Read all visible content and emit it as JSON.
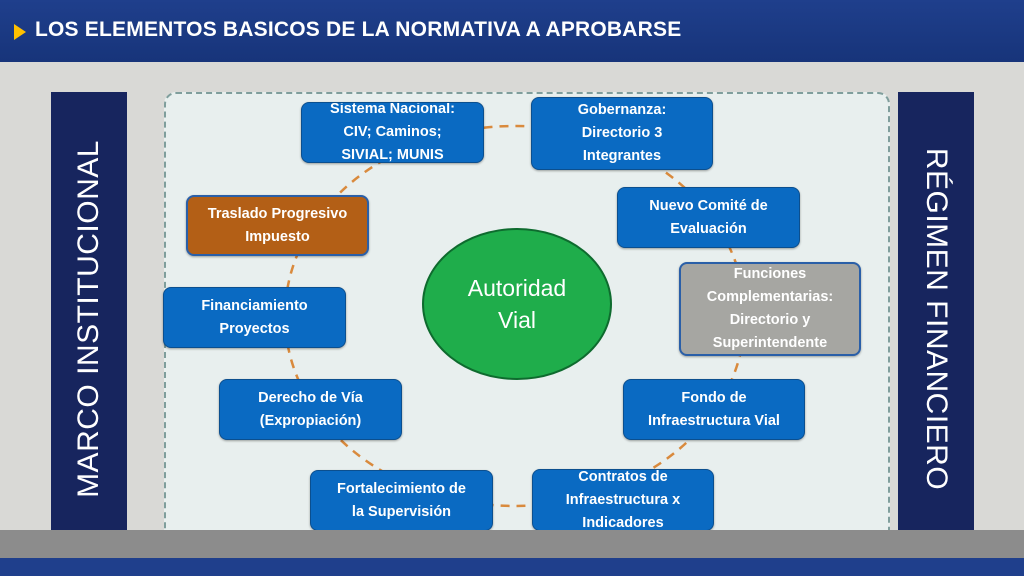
{
  "header": {
    "title": "LOS ELEMENTOS BASICOS DE LA NORMATIVA A APROBARSE"
  },
  "left_bar": {
    "label": "MARCO INSTITUCIONAL"
  },
  "right_bar": {
    "label": "RÉGIMEN FINANCIERO"
  },
  "center": {
    "line1": "Autoridad",
    "line2": "Vial"
  },
  "boxes": {
    "sistema_nacional": [
      "Sistema Nacional:",
      "CIV; Caminos;",
      "SIVIAL; MUNIS"
    ],
    "gobernanza": [
      "Gobernanza:",
      "Directorio 3",
      "Integrantes"
    ],
    "traslado": [
      "Traslado Progresivo",
      "Impuesto"
    ],
    "nuevo_comite": [
      "Nuevo Comité de",
      "Evaluación"
    ],
    "funciones": [
      "Funciones",
      "Complementarias:",
      "Directorio y",
      "Superintendente"
    ],
    "financiamiento": [
      "Financiamiento",
      "Proyectos"
    ],
    "derecho_via": [
      "Derecho de Vía",
      "(Expropiación)"
    ],
    "fondo": [
      "Fondo de",
      "Infraestructura Vial"
    ],
    "fortalecimiento": [
      "Fortalecimiento de",
      "la Supervisión"
    ],
    "contratos": [
      "Contratos  de",
      "Infraestructura x",
      "Indicadores"
    ]
  },
  "colors": {
    "header_bg": "#1f3f8c",
    "bar_bg": "#17255e",
    "box_blue": "#0a6ac2",
    "box_brown": "#b35f16",
    "box_gray": "#a6a6a2",
    "center_green": "#1fad4b",
    "ring": "#d98a3d"
  }
}
